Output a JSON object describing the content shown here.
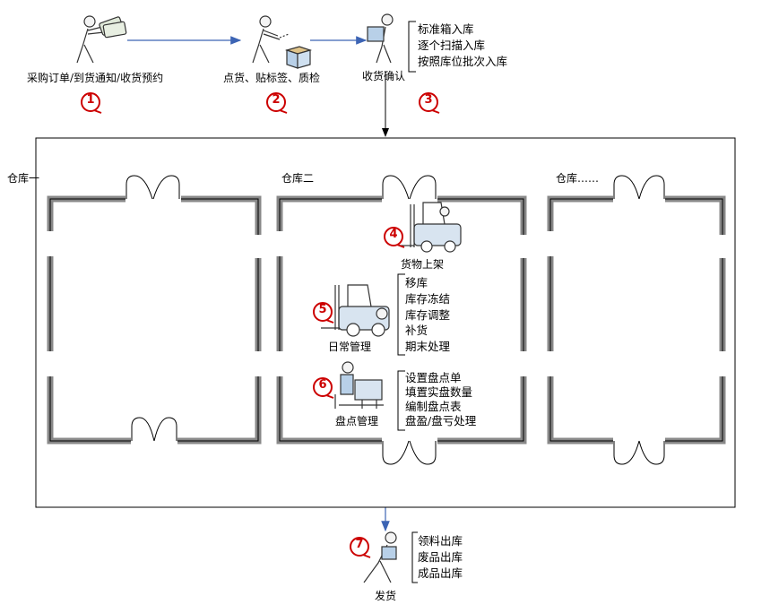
{
  "flow": {
    "step1_label": "采购订单/到货通知/收货预约",
    "step2_label": "点货、贴标签、质检",
    "step3_label": "收货确认",
    "receipt_methods": [
      "标准箱入库",
      "逐个扫描入库",
      "按照库位批次入库"
    ]
  },
  "steps": {
    "s1": "1",
    "s2": "2",
    "s3": "3",
    "s4": "4",
    "s5": "5",
    "s6": "6",
    "s7": "7"
  },
  "warehouses": {
    "w1": "仓库一",
    "w2": "仓库二",
    "w3": "仓库……"
  },
  "operations": {
    "shelving_label": "货物上架",
    "daily_label": "日常管理",
    "daily_items": [
      "移库",
      "库存冻结",
      "库存调整",
      "补货",
      "期末处理"
    ],
    "stocktake_label": "盘点管理",
    "stocktake_items": [
      "设置盘点单",
      "填置实盘数量",
      "编制盘点表",
      "盘盈/盘亏处理"
    ]
  },
  "shipping": {
    "label": "发货",
    "items": [
      "领料出库",
      "废品出库",
      "成品出库"
    ]
  },
  "colors": {
    "flow_arrow": "#3c64b4",
    "step_marker": "#cc0000",
    "forklift_fill": "#d8e4f0"
  }
}
